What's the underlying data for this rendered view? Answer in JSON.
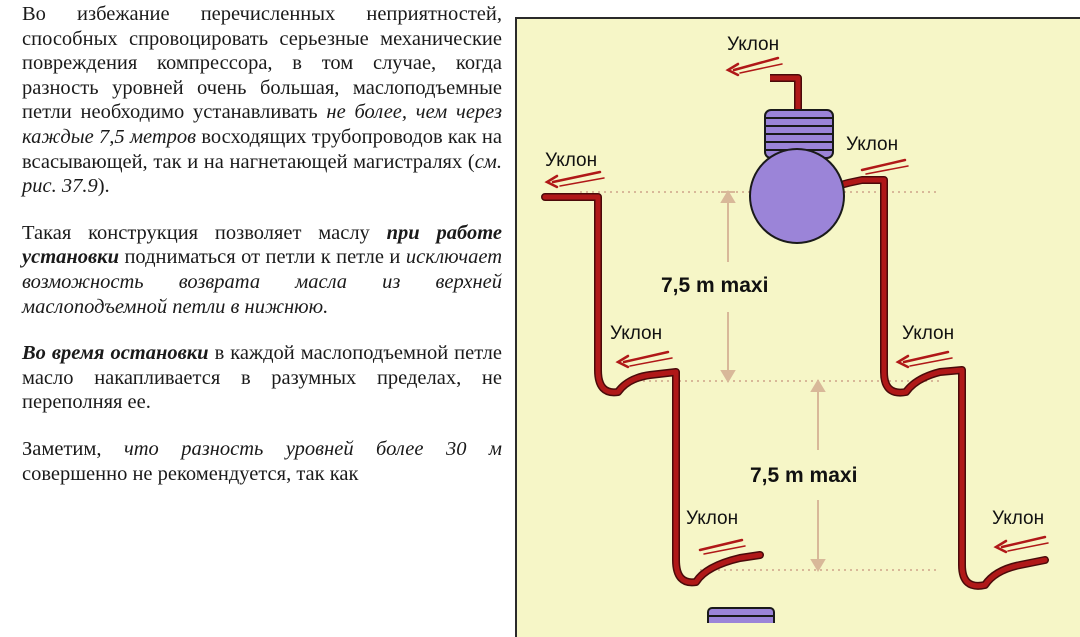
{
  "text": {
    "p1_a": "Во избежание перечисленных неприятностей, способных спровоцировать серьезные механические повреждения компрессора, в том случае, когда разность уровней очень большая, маслоподъемные петли необходимо устанавливать ",
    "p1_b": "не более, чем через каждые 7,5 метров",
    "p1_c": " восходящих трубопроводов как на всасывающей, так и на нагнетающей магистралях (",
    "p1_d": "см. рис. 37.9",
    "p1_e": ").",
    "p2_a": "Такая конструкция позволяет маслу ",
    "p2_b": "при работе установки",
    "p2_c": " подниматься от петли к петле и ",
    "p2_d": "исключает возможность возврата масла из верхней маслоподъемной петли в нижнюю.",
    "p3_a": "Во время остановки",
    "p3_b": " в каждой маслоподъемной петле масло накапливается в разумных пределах, не переполняя ее.",
    "p4_a": "Заметим, ",
    "p4_b": "что разность уровней более 30 м",
    "p4_c": " совершенно не рекомендуется, так как"
  },
  "diagram": {
    "slope_label": "Уклон",
    "height_label": "7,5 m maxi",
    "colors": {
      "background": "#f6f6c7",
      "pipe": "#b01818",
      "pipe_outline": "#4a0a0a",
      "compressor": "#9b84d8",
      "dims": "#d8b899"
    }
  }
}
